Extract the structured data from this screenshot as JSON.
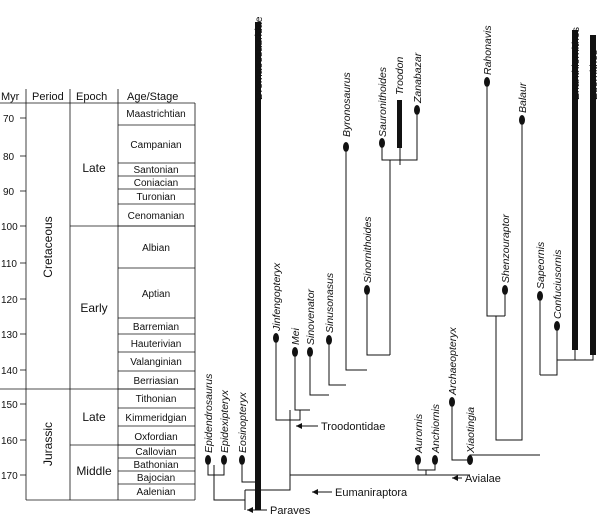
{
  "table": {
    "headers": {
      "myr": "Myr",
      "period": "Period",
      "epoch": "Epoch",
      "age": "Age/Stage"
    },
    "ticks": [
      "70",
      "80",
      "90",
      "100",
      "110",
      "120",
      "130",
      "140",
      "150",
      "160",
      "170"
    ],
    "periods": [
      "Cretaceous",
      "Jurassic"
    ],
    "epochs": [
      "Late",
      "Early",
      "Late",
      "Middle"
    ],
    "ages": [
      "Maastrichtian",
      "Campanian",
      "Santonian",
      "Coniacian",
      "Turonian",
      "Cenomanian",
      "Albian",
      "Aptian",
      "Barremian",
      "Hauterivian",
      "Valanginian",
      "Berriasian",
      "Tithonian",
      "Kimmeridgian",
      "Oxfordian",
      "Callovian",
      "Bathonian",
      "Bajocian",
      "Aalenian"
    ]
  },
  "taxa": [
    "Dromaeosauridae",
    "Byronosaurus",
    "Sauronithoides",
    "Troodon",
    "Zanabazar",
    "Sinornithoides",
    "Jinfengopteryx",
    "Mei",
    "Sinovenator",
    "Sinusonasus",
    "Epidendrosaurus",
    "Epidexipteryx",
    "Eosinopteryx",
    "Aurornis",
    "Anchiornis",
    "Archaeopteryx",
    "Xiaotingia",
    "Rahonavis",
    "Balaur",
    "Shenzouraptor",
    "Sapeornis",
    "Confuciusornis",
    "Enanthiornithes",
    "Euornithes"
  ],
  "clades": [
    "Troodontidae",
    "Avialae",
    "Eumaniraptora",
    "Paraves"
  ]
}
